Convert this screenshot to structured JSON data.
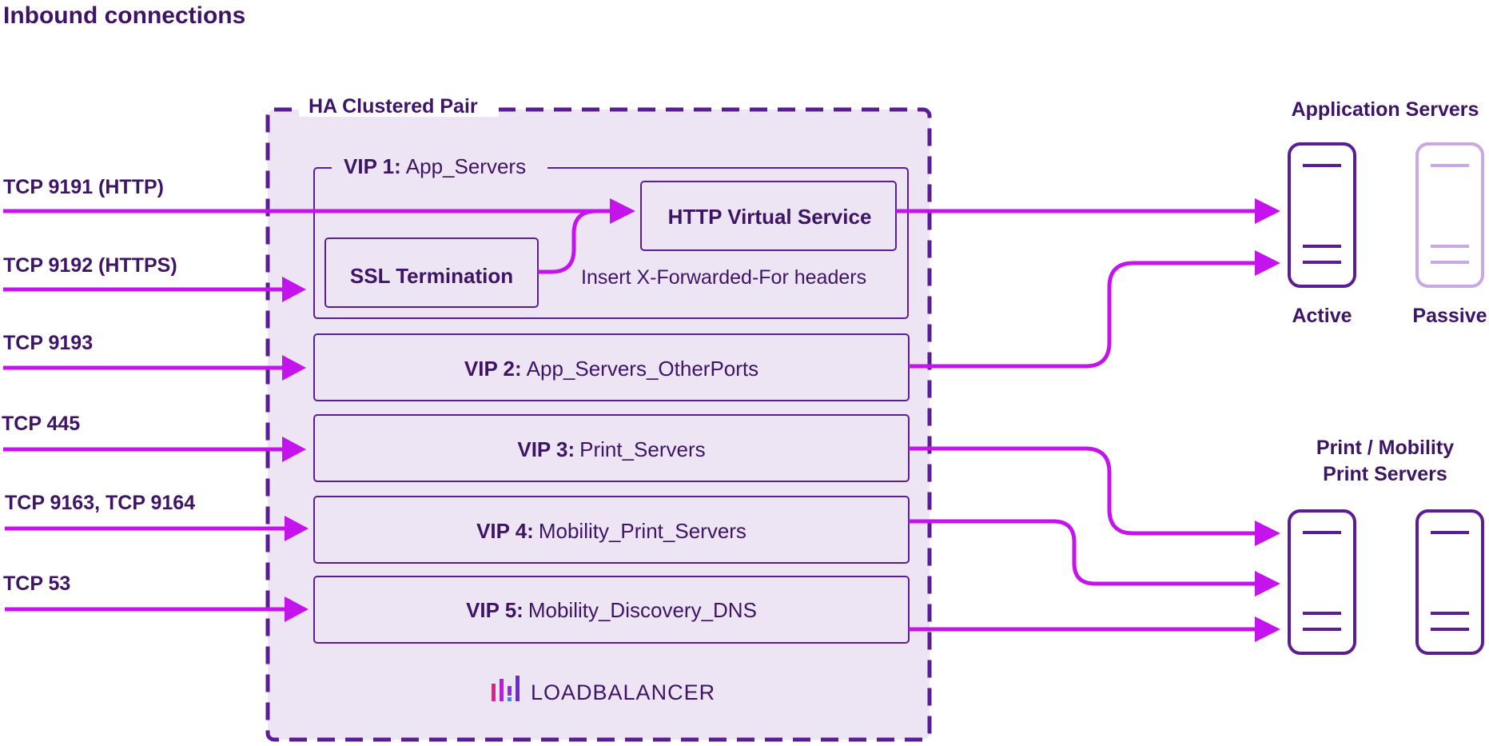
{
  "title": "Inbound connections",
  "cluster": {
    "label": "HA Clustered Pair"
  },
  "inputs": [
    {
      "label": "TCP 9191 (HTTP)"
    },
    {
      "label": "TCP 9192 (HTTPS)"
    },
    {
      "label": "TCP 9193"
    },
    {
      "label": "TCP 445"
    },
    {
      "label": "TCP 9163, TCP 9164"
    },
    {
      "label": "TCP 53"
    }
  ],
  "vip1": {
    "bold": "VIP 1:",
    "name": "App_Servers",
    "http_service": "HTTP Virtual Service",
    "ssl": "SSL Termination",
    "note": "Insert X-Forwarded-For headers"
  },
  "vips": [
    {
      "bold": "VIP 2:",
      "name": "App_Servers_OtherPorts"
    },
    {
      "bold": "VIP 3:",
      "name": "Print_Servers"
    },
    {
      "bold": "VIP 4:",
      "name": "Mobility_Print_Servers"
    },
    {
      "bold": "VIP 5:",
      "name": "Mobility_Discovery_DNS"
    }
  ],
  "app_servers": {
    "title": "Application Servers",
    "active": "Active",
    "passive": "Passive"
  },
  "print_servers": {
    "title_line1": "Print / Mobility",
    "title_line2": "Print Servers"
  },
  "logo": {
    "text": "LOADBALANCER"
  },
  "colors": {
    "primary": "#3d1466",
    "accent": "#c513ee",
    "panel": "#ede4f4",
    "faded": "#c9a8e8"
  }
}
